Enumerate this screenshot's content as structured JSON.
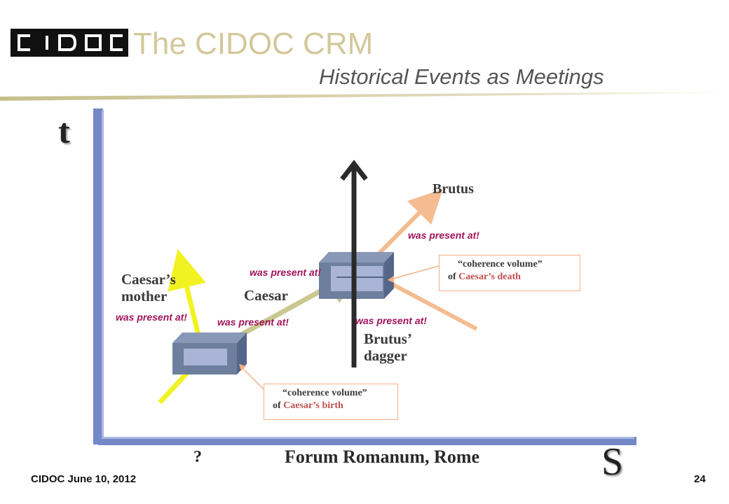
{
  "header": {
    "logo_text": "CIDOC",
    "title": "The CIDOC CRM",
    "subtitle": "Historical Events as Meetings"
  },
  "axes": {
    "time_label": "t",
    "space_label": "S"
  },
  "actors": {
    "brutus": "Brutus",
    "caesars_mother_line1": "Caesar’s",
    "caesars_mother_line2": "mother",
    "caesar": "Caesar",
    "dagger_line1": "Brutus’",
    "dagger_line2": "dagger"
  },
  "relations": {
    "brutus_present": "was present at!",
    "caesar_upper_present": "was present at!",
    "mother_present": "was present at!",
    "caesar_lower_present": "was present at!",
    "dagger_present": "was present at!"
  },
  "coherence_volumes": {
    "death": {
      "line1": "“coherence volume”",
      "of": "of",
      "name": "Caesar’s death"
    },
    "birth": {
      "line1": "“coherence volume”",
      "of": "of",
      "name": "Caesar’s birth"
    }
  },
  "places": {
    "unknown": "?",
    "forum": "Forum Romanum, Rome"
  },
  "footer": {
    "date": "CIDOC June 10, 2012",
    "page": "24"
  },
  "colors": {
    "axis": "#7488c8",
    "mother_line": "#f2f222",
    "caesar_line": "#c8c890",
    "brutus_line": "#f4bc90",
    "dagger_arrow": "#2a2a2a",
    "volume_front": "#6e7f9e",
    "volume_inner": "#aab4d6",
    "relation_text": "#a0145a",
    "callout_border": "#f4b183"
  }
}
